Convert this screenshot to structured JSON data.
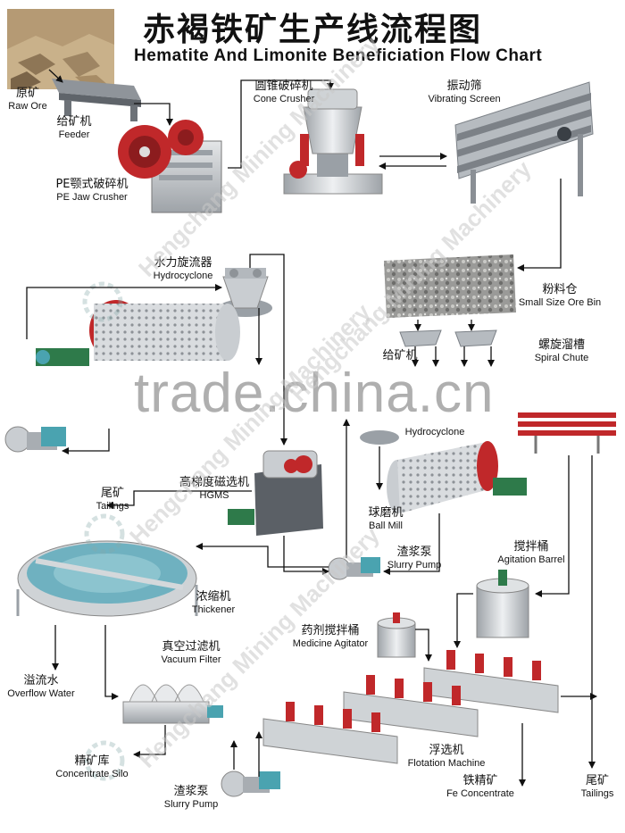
{
  "title": {
    "cn": "赤褐铁矿生产线流程图",
    "en": "Hematite And Limonite Beneficiation Flow Chart"
  },
  "labels": {
    "raw_ore": {
      "cn": "原矿",
      "en": "Raw Ore"
    },
    "feeder_top": {
      "cn": "给矿机",
      "en": "Feeder"
    },
    "jaw_crusher": {
      "cn": "PE颚式破碎机",
      "en": "PE Jaw Crusher"
    },
    "cone_crusher": {
      "cn": "圆锥破碎机",
      "en": "Cone Crusher"
    },
    "vibrating_screen": {
      "cn": "振动筛",
      "en": "Vibrating Screen"
    },
    "hydrocyclone_top": {
      "cn": "水力旋流器",
      "en": "Hydrocyclone"
    },
    "small_ore_bin": {
      "cn": "粉料仓",
      "en": "Small Size Ore Bin"
    },
    "feeder_mid": {
      "cn": "给矿机",
      "en": ""
    },
    "spiral_chute": {
      "cn": "螺旋溜槽",
      "en": "Spiral Chute"
    },
    "hydrocyclone_mid": {
      "cn": "",
      "en": "Hydrocyclone"
    },
    "hgms": {
      "cn": "高梯度磁选机",
      "en": "HGMS"
    },
    "tailings_left": {
      "cn": "尾矿",
      "en": "Tailings"
    },
    "ball_mill": {
      "cn": "球磨机",
      "en": "Ball Mill"
    },
    "slurry_pump_mid": {
      "cn": "渣浆泵",
      "en": "Slurry Pump"
    },
    "agitation_barrel": {
      "cn": "搅拌桶",
      "en": "Agitation Barrel"
    },
    "thickener": {
      "cn": "浓缩机",
      "en": "Thickener"
    },
    "medicine_agitator": {
      "cn": "药剂搅拌桶",
      "en": "Medicine Agitator"
    },
    "vacuum_filter": {
      "cn": "真空过滤机",
      "en": "Vacuum Filter"
    },
    "overflow_water": {
      "cn": "溢流水",
      "en": "Overflow Water"
    },
    "flotation_machine": {
      "cn": "浮选机",
      "en": "Flotation Machine"
    },
    "concentrate_silo": {
      "cn": "精矿库",
      "en": "Concentrate Silo"
    },
    "fe_concentrate": {
      "cn": "铁精矿",
      "en": "Fe Concentrate"
    },
    "tailings_right": {
      "cn": "尾矿",
      "en": "Tailings"
    },
    "slurry_pump_bottom": {
      "cn": "渣浆泵",
      "en": "Slurry Pump"
    }
  },
  "watermarks": {
    "site": "trade.china.cn",
    "company": "Hengchang Mining Machinery"
  },
  "colors": {
    "machine_red": "#c0282a",
    "machine_gray": "#b8bcc0",
    "machine_green": "#2e7a4a",
    "pipe_teal": "#4aa3b0",
    "arrow": "#111111"
  }
}
